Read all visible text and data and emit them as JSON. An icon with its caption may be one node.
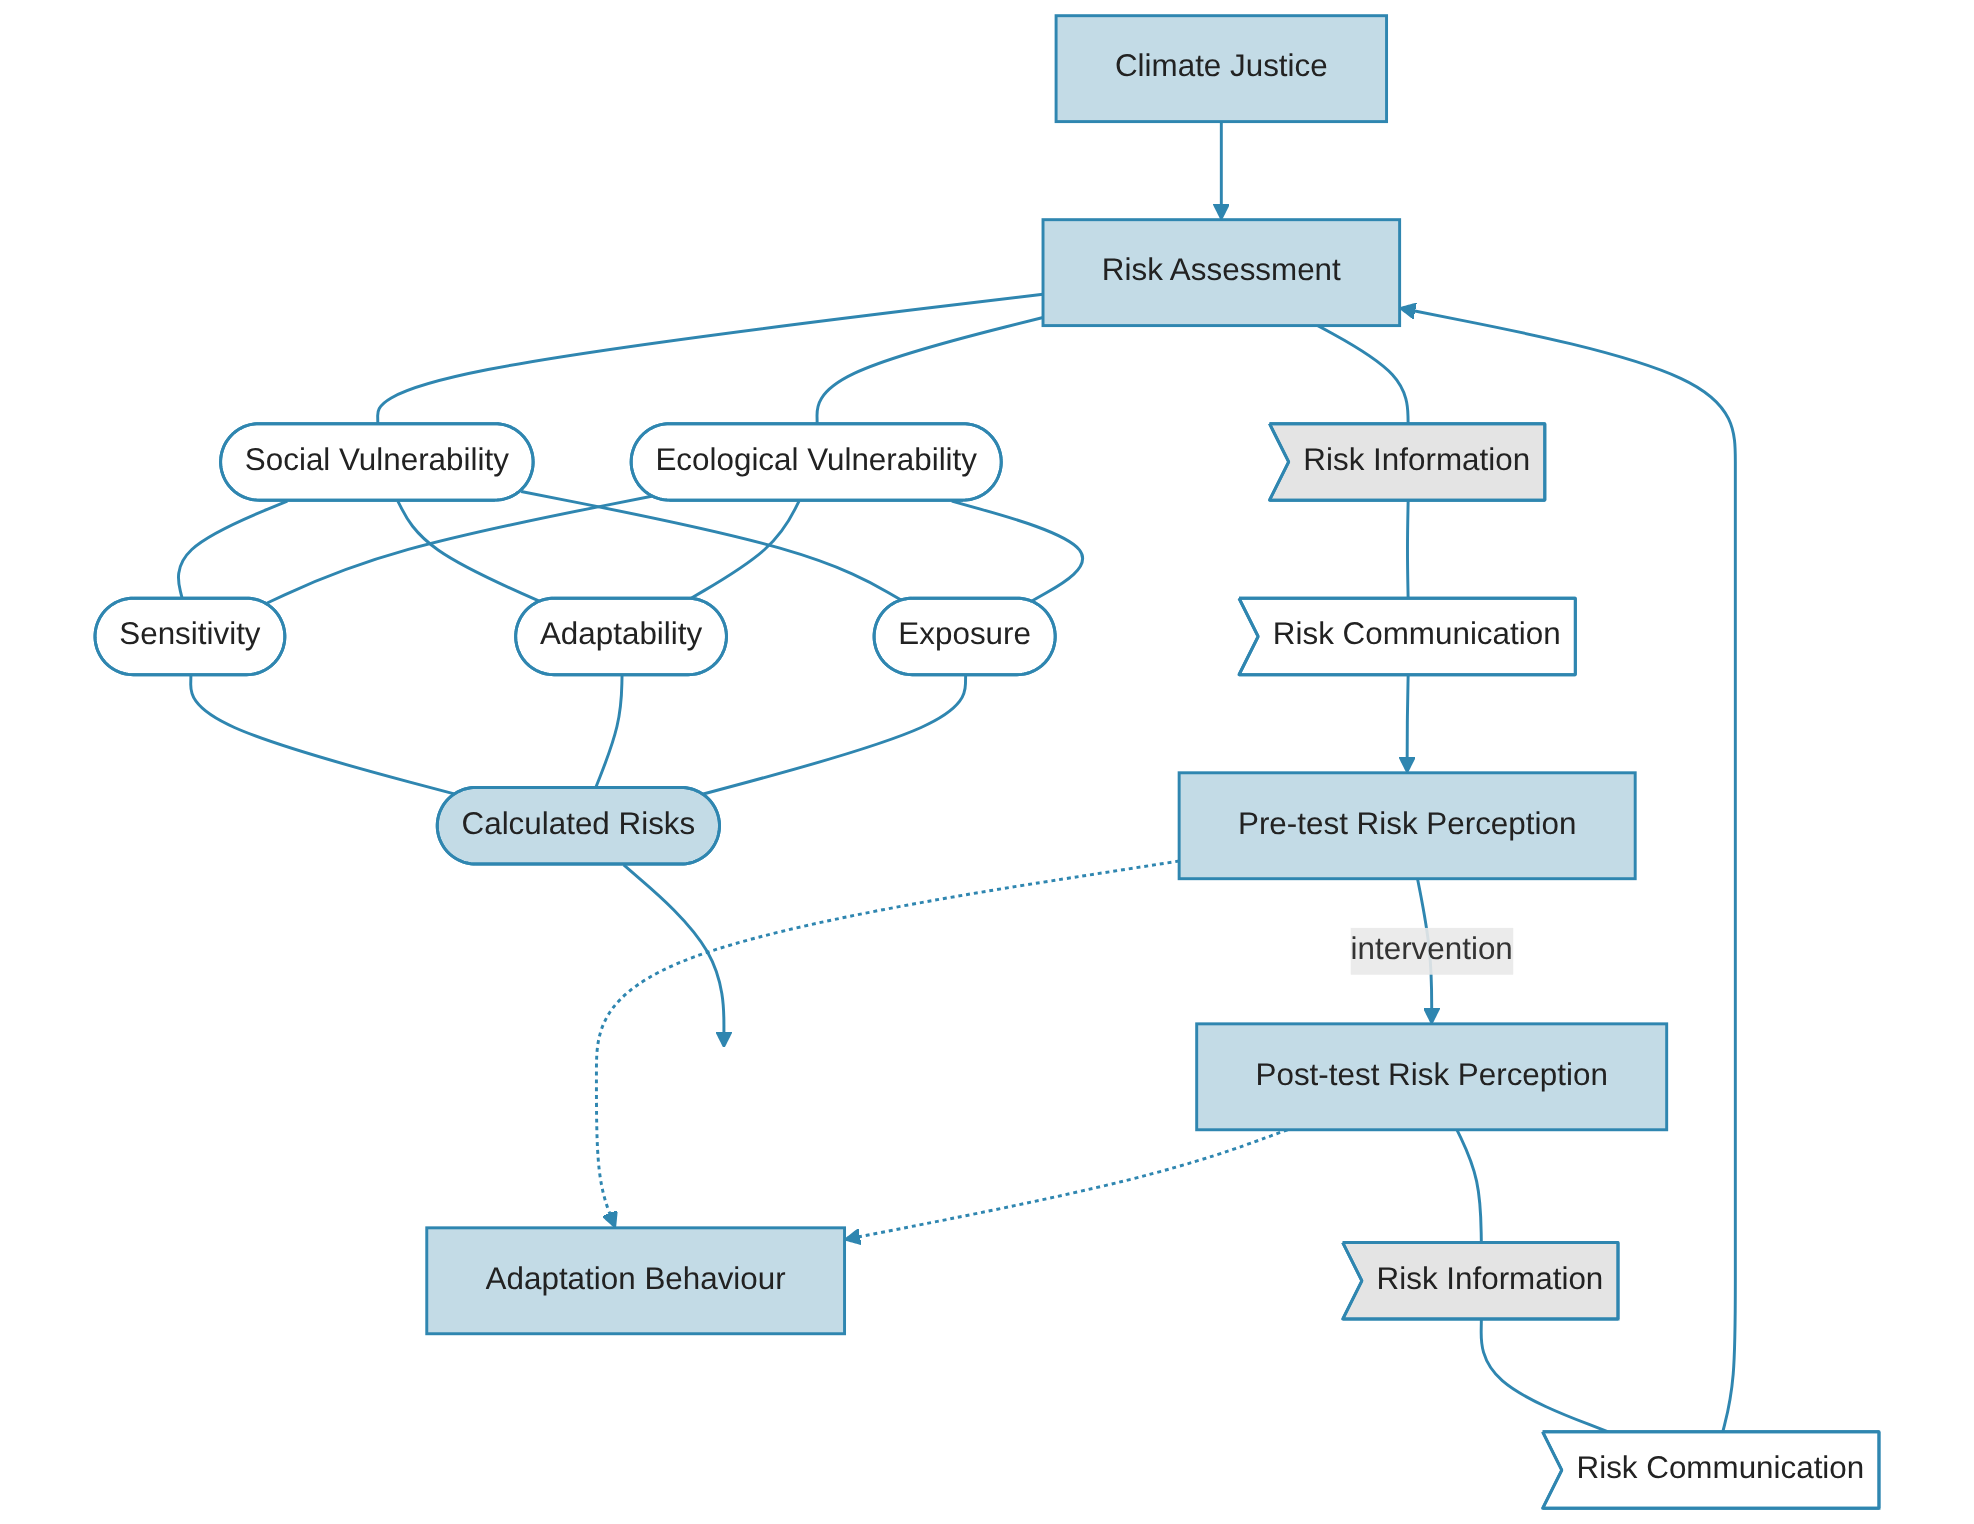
{
  "diagram": {
    "nodes": [
      {
        "text": [
          "Climate Justice"
        ]
      },
      {
        "text": [
          "Risk Assessment"
        ]
      },
      {
        "text": [
          "Social Vulnerability"
        ]
      },
      {
        "text": [
          "Ecological Vulnerability"
        ]
      },
      {
        "text": [
          "Sensitivity"
        ]
      },
      {
        "text": [
          "Adaptability"
        ]
      },
      {
        "text": [
          "Exposure"
        ]
      },
      {
        "text": [
          "Calculated Risks"
        ]
      },
      {
        "text": [
          "Pre-test Risk Perception"
        ]
      },
      {
        "text": [
          "Post-test Risk Perception"
        ]
      },
      {
        "text": [
          "Adaptation Behaviour"
        ]
      },
      {
        "text": [
          "Risk Information"
        ]
      },
      {
        "text": [
          "Risk Communication"
        ]
      },
      {
        "text": [
          "Risk Communication"
        ]
      },
      {
        "text": [
          "Risk Information"
        ]
      }
    ],
    "edges": [
      {
        "from": 0,
        "to": 1,
        "arrow": "to"
      },
      {
        "from": 1,
        "to": 2,
        "arrow": "none"
      },
      {
        "from": 1,
        "to": 3,
        "arrow": "none"
      },
      {
        "from": 2,
        "to": 4,
        "arrow": "none"
      },
      {
        "from": 2,
        "to": 5,
        "arrow": "none"
      },
      {
        "from": 2,
        "to": 6,
        "arrow": "none"
      },
      {
        "from": 3,
        "to": 4,
        "arrow": "none"
      },
      {
        "from": 3,
        "to": 5,
        "arrow": "none"
      },
      {
        "from": 3,
        "to": 6,
        "arrow": "none"
      },
      {
        "from": 4,
        "to": 7,
        "arrow": "none"
      },
      {
        "from": 5,
        "to": 7,
        "arrow": "none"
      },
      {
        "from": 6,
        "to": 7,
        "arrow": "none"
      },
      {
        "from": 7,
        "to": null,
        "arrow": "to"
      },
      {
        "from": 8,
        "to": 9,
        "label": "intervention",
        "arrow": "to"
      },
      {
        "from": 8,
        "to": 10,
        "arrow": "to",
        "style": "dashed"
      },
      {
        "from": 9,
        "to": 10,
        "arrow": "to",
        "style": "dashed"
      },
      {
        "from": 1,
        "to": 11,
        "arrow": "none"
      },
      {
        "from": 11,
        "to": 12,
        "arrow": "none"
      },
      {
        "from": 12,
        "to": 8,
        "arrow": "to"
      },
      {
        "from": 9,
        "to": 14,
        "arrow": "none"
      },
      {
        "from": 14,
        "to": 13,
        "arrow": "none"
      },
      {
        "from": 13,
        "to": 1,
        "arrow": "to"
      }
    ]
  }
}
